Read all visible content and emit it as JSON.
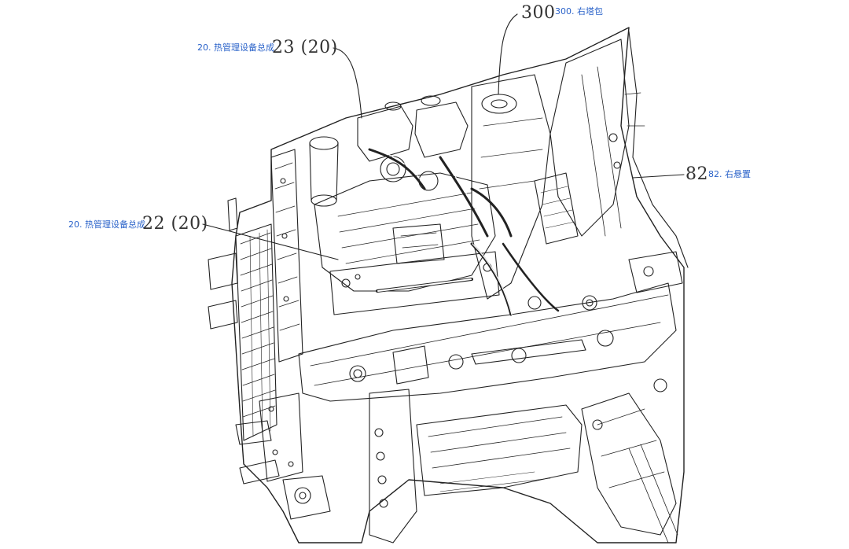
{
  "callouts": {
    "c23": {
      "number": "23 (20)",
      "tag": "20. 热管理设备总成"
    },
    "c22": {
      "number": "22 (20)",
      "tag": "20. 热管理设备总成"
    },
    "c300": {
      "number": "300",
      "tag": "300. 右塔包"
    },
    "c82": {
      "number": "82",
      "tag": "82. 右悬置"
    }
  },
  "colors": {
    "line": "#222222",
    "tag": "#2a62c9",
    "number": "#333333"
  }
}
